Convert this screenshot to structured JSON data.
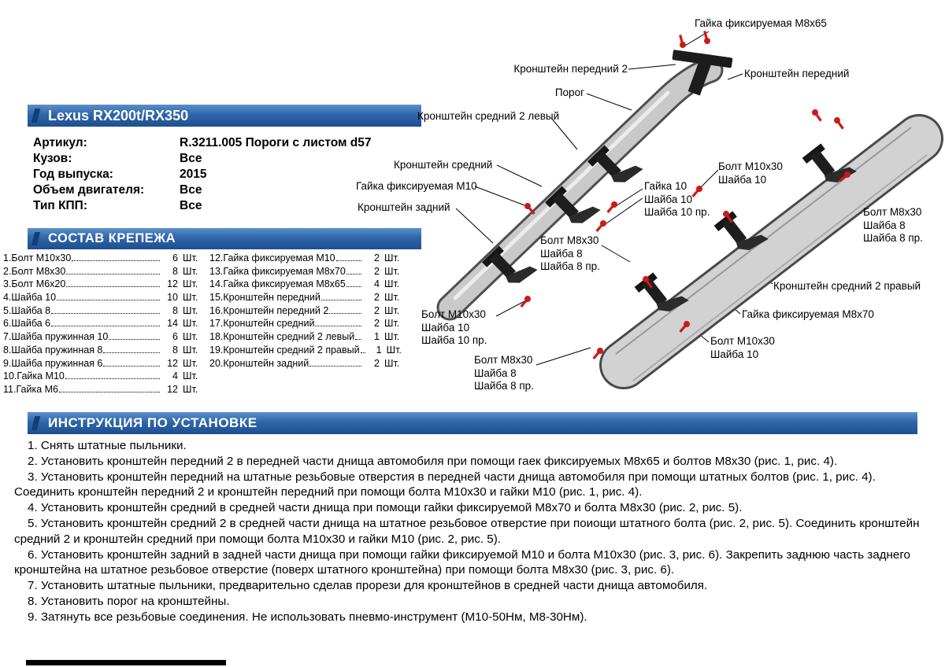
{
  "page": {
    "product_title": "Lexus RX200t/RX350"
  },
  "specs": {
    "rows": [
      {
        "label": "Артикул:",
        "value": "R.3211.005 Пороги с листом d57"
      },
      {
        "label": "Кузов:",
        "value": "Все"
      },
      {
        "label": "Год выпуска:",
        "value": "2015"
      },
      {
        "label": "Объем двигателя:",
        "value": "Все"
      },
      {
        "label": "Тип КПП:",
        "value": "Все"
      }
    ]
  },
  "hardware": {
    "title": "СОСТАВ КРЕПЕЖА",
    "col1": [
      {
        "name": "1.Болт М10х30",
        "qty": "6",
        "unit": "Шт."
      },
      {
        "name": "2.Болт М8х30",
        "qty": "8",
        "unit": "Шт."
      },
      {
        "name": "3.Болт М6х20",
        "qty": "12",
        "unit": "Шт."
      },
      {
        "name": "4.Шайба 10",
        "qty": "10",
        "unit": "Шт."
      },
      {
        "name": "5.Шайба 8",
        "qty": "8",
        "unit": "Шт."
      },
      {
        "name": "6.Шайба 6",
        "qty": "14",
        "unit": "Шт."
      },
      {
        "name": "7.Шайба пружинная 10",
        "qty": "6",
        "unit": "Шт."
      },
      {
        "name": "8.Шайба пружинная 8",
        "qty": "8",
        "unit": "Шт."
      },
      {
        "name": "9.Шайба пружинная 6",
        "qty": "12",
        "unit": "Шт."
      },
      {
        "name": "10.Гайка М10",
        "qty": "4",
        "unit": "Шт."
      },
      {
        "name": "11.Гайка М6",
        "qty": "12",
        "unit": "Шт."
      }
    ],
    "col2": [
      {
        "name": "12.Гайка фиксируемая М10",
        "qty": "2",
        "unit": "Шт."
      },
      {
        "name": "13.Гайка фиксируемая М8х70",
        "qty": "2",
        "unit": "Шт."
      },
      {
        "name": "14.Гайка фиксируемая М8х65",
        "qty": "4",
        "unit": "Шт."
      },
      {
        "name": "15.Кронштейн передний",
        "qty": "2",
        "unit": "Шт."
      },
      {
        "name": "16.Кронштейн передний 2",
        "qty": "2",
        "unit": "Шт."
      },
      {
        "name": "17.Кронштейн средний",
        "qty": "2",
        "unit": "Шт."
      },
      {
        "name": "18.Кронштейн средний 2 левый",
        "qty": "1",
        "unit": "Шт."
      },
      {
        "name": "19.Кронштейн средний 2 правый",
        "qty": "1",
        "unit": "Шт."
      },
      {
        "name": "20.Кронштейн задний",
        "qty": "2",
        "unit": "Шт."
      }
    ]
  },
  "diagram": {
    "labels": [
      {
        "text": "Гайка фиксируемая М8х65"
      },
      {
        "text": "Кронштейн передний 2"
      },
      {
        "text": "Кронштейн передний"
      },
      {
        "text": "Порог"
      },
      {
        "text": "Кронштейн средний 2 левый"
      },
      {
        "text": "Кронштейн средний"
      },
      {
        "text": "Гайка фиксируемая М10"
      },
      {
        "text": "Кронштейн задний"
      },
      {
        "text": "Гайка 10\nШайба 10\nШайба 10 пр."
      },
      {
        "text": "Болт М10х30\nШайба 10"
      },
      {
        "text": "Болт М8х30\nШайба 8\nШайба 8 пр."
      },
      {
        "text": "Болт М8х30\nШайба 8\nШайба 8 пр."
      },
      {
        "text": "Кронштейн средний 2 правый"
      },
      {
        "text": "Гайка фиксируемая М8х70"
      },
      {
        "text": "Болт М10х30\nШайба 10\nШайба 10 пр."
      },
      {
        "text": "Болт М10х30\nШайба 10"
      },
      {
        "text": "Болт М8х30\nШайба 8\nШайба 8 пр."
      }
    ]
  },
  "instructions": {
    "title": "ИНСТРУКЦИЯ ПО УСТАНОВКЕ",
    "items": [
      "1. Снять штатные пыльники.",
      "2. Установить кронштейн передний 2 в передней части днища автомобиля при помощи гаек фиксируемых М8х65 и болтов М8х30 (рис. 1, рис. 4).",
      "3. Установить кронштейн передний на штатные резьбовые отверстия в передней части днища автомобиля при помощи штатных болтов (рис. 1, рис. 4). Соединить кронштейн передний 2 и кронштейн передний при помощи болта М10х30 и гайки М10 (рис. 1, рис. 4).",
      "4. Установить кронштейн средний в средней части днища при помощи гайки фиксируемой М8х70 и болта М8х30 (рис. 2, рис. 5).",
      "5. Установить кронштейн средний 2 в средней части днища на штатное резьбовое отверстие при поиощи штатного болта (рис. 2, рис. 5). Соединить кронштейн средний 2 и кронштейн средний при помощи болта М10х30 и гайки М10 (рис. 2, рис. 5).",
      "6. Установить кронштейн задний в задней части днища при помощи гайки фиксируемой М10 и болта М10х30 (рис. 3, рис. 6). Закрепить заднюю часть заднего кронштейна на штатное резьбовое отверстие (поверх штатного кронштейна) при помощи болта М8х30 (рис. 3, рис. 6).",
      "7. Установить штатные пыльники, предварительно сделав прорези для кронштейнов в средней части днища автомобиля.",
      "8. Установить порог на кронштейны.",
      "9. Затянуть все резьбовые соединения. Не использовать пневмо-инструмент (М10-50Нм, М8-30Нм)."
    ]
  },
  "colors": {
    "banner_blue": "#2f66a9",
    "bolt_red": "#cc1a1a",
    "rail_gray": "#cccccc"
  }
}
